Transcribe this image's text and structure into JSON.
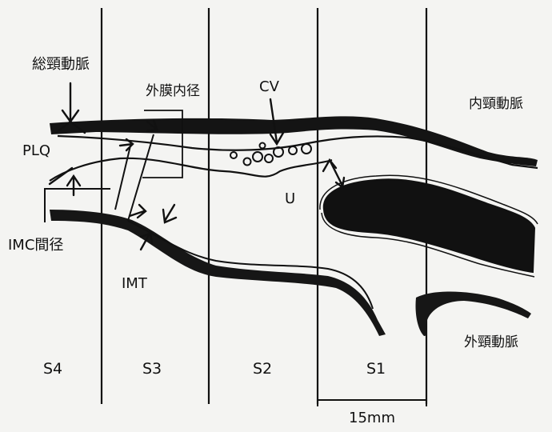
{
  "labels": {
    "common_carotid": "総頸動脈",
    "adventitia_diameter": "外膜内径",
    "cv": "CV",
    "internal_carotid": "内頸動脈",
    "plq": "PLQ",
    "u": "U",
    "imc_diameter": "IMC間径",
    "imt": "IMT",
    "external_carotid": "外頸動脈",
    "scale": "15mm"
  },
  "segments": [
    "S4",
    "S3",
    "S2",
    "S1"
  ]
}
